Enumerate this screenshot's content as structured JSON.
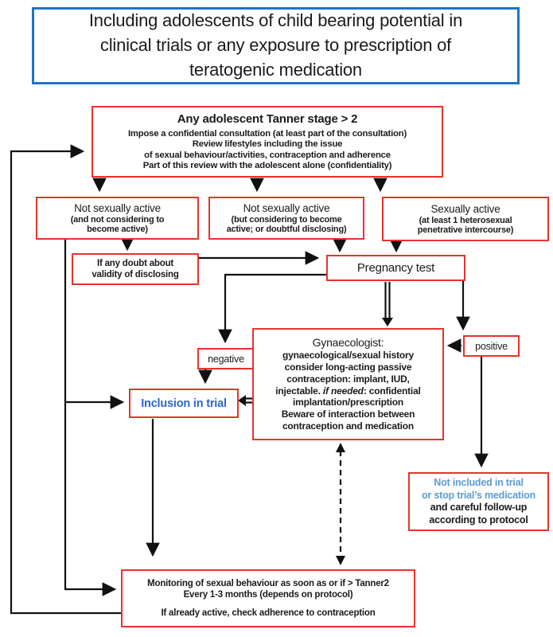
{
  "title": {
    "lines": [
      "Including adolescents of child bearing potential in",
      "clinical trials or any exposure to prescription of",
      "teratogenic medication"
    ]
  },
  "nodes": {
    "tanner": {
      "heading": "Any adolescent Tanner stage > 2",
      "l1": "Impose a confidential consultation (at least part of the consultation)",
      "l2": "Review lifestyles including the issue",
      "l3": "of sexual behaviour/activities, contraception and adherence",
      "l4": "Part of this review with the adolescent alone (confidentiality)"
    },
    "not_active_left": {
      "heading": "Not sexually active",
      "s1": "(and not considering to",
      "s2": "become active)"
    },
    "not_active_mid": {
      "heading": "Not sexually active",
      "s1": "(but considering to become",
      "s2": "active; or doubtful disclosing)"
    },
    "sexually_active": {
      "heading": "Sexually active",
      "s1": "(at least 1 heterosexual",
      "s2": "penetrative intercourse)"
    },
    "doubt": {
      "l1": "If any doubt about",
      "l2": "validity of disclosing"
    },
    "pregnancy": {
      "label": "Pregnancy test"
    },
    "negative": {
      "label": "negative"
    },
    "positive": {
      "label": "positive"
    },
    "inclusion": {
      "label": "Inclusion in trial"
    },
    "gyn": {
      "heading": "Gynaecologist:",
      "l1": "gynaecological/sexual history",
      "l2": "consider long-acting passive",
      "l3": "contraception: implant, IUD,",
      "l4a": "injectable. ",
      "l4b": "if needed",
      "l4c": ": confidential",
      "l5": "implantation/prescription",
      "l6": "Beware of interaction between",
      "l7": "contraception and medication"
    },
    "not_included": {
      "b1": "Not included in trial",
      "b2": "or stop trial’s medication",
      "k1": "and careful follow-up",
      "k2": "according to protocol"
    },
    "monitoring": {
      "l1": "Monitoring of sexual behaviour as soon as or if > Tanner2",
      "l2": "Every 1-3 months (depends on protocol)",
      "l3": "If already active, check adherence to contraception"
    }
  },
  "colors": {
    "box_border": "#e6342c",
    "title_border": "#1e73c5",
    "inclusion_blue": "#2e66d0",
    "notincluded_blue": "#5b9bd5",
    "text_color": "#1b1b1b",
    "arrow_color": "#111111"
  }
}
